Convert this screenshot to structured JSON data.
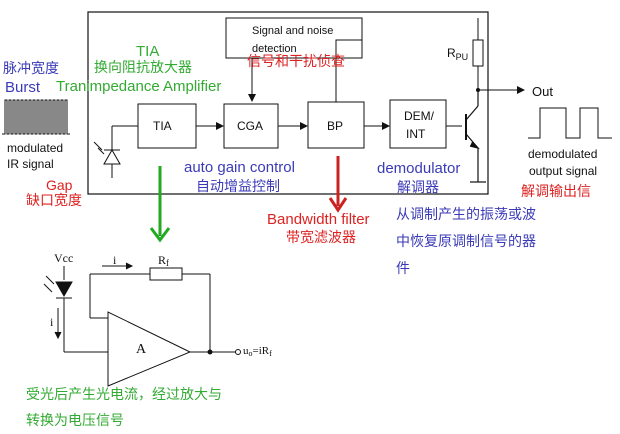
{
  "labels": {
    "pulse_width_cn": "脉冲宽度",
    "burst": "Burst",
    "modulated": "modulated",
    "ir_signal": "IR signal",
    "gap": "Gap",
    "gap_cn": "缺口宽度",
    "tia": "TIA",
    "tia_cn": "换向阻抗放大器",
    "tia_full": "Tranimpedance Amplifier",
    "signal_noise_1": "Signal and noise",
    "signal_noise_2": "detection",
    "signal_noise_cn": "信号和干扰侦查",
    "rpu": "R",
    "rpu_sub": "PU",
    "out": "Out",
    "demod_out_1": "demodulated",
    "demod_out_2": "output signal",
    "demod_out_cn": "解调输出信",
    "agc": "auto gain control",
    "agc_cn": "自动增益控制",
    "demodulator": "demodulator",
    "demodulator_cn": "解调器",
    "bw_filter": "Bandwidth filter",
    "bw_filter_cn": "带宽滤波器",
    "demod_desc_1": "从调制产生的振荡或波",
    "demod_desc_2": "中恢复原调制信号的器",
    "demod_desc_3": "件",
    "vcc": "Vcc",
    "i_top": "i",
    "rf": "R",
    "rf_sub": "f",
    "i_left": "i",
    "amp": "A",
    "uo": "u",
    "uo_sub": "o",
    "uo_eq": "=iR",
    "uo_eq_sub": "f",
    "photo_desc_1": "受光后产生光电流，经过放大与",
    "photo_desc_2": "转换为电压信号"
  },
  "blocks": {
    "tia": "TIA",
    "cga": "CGA",
    "bp": "BP",
    "dem_1": "DEM/",
    "dem_2": "INT"
  },
  "colors": {
    "blue": "#3a3ab8",
    "green": "#33aa33",
    "red": "#dd2222",
    "line": "#111111",
    "green_arrow": "#22aa22",
    "red_arrow": "#cc2222"
  }
}
